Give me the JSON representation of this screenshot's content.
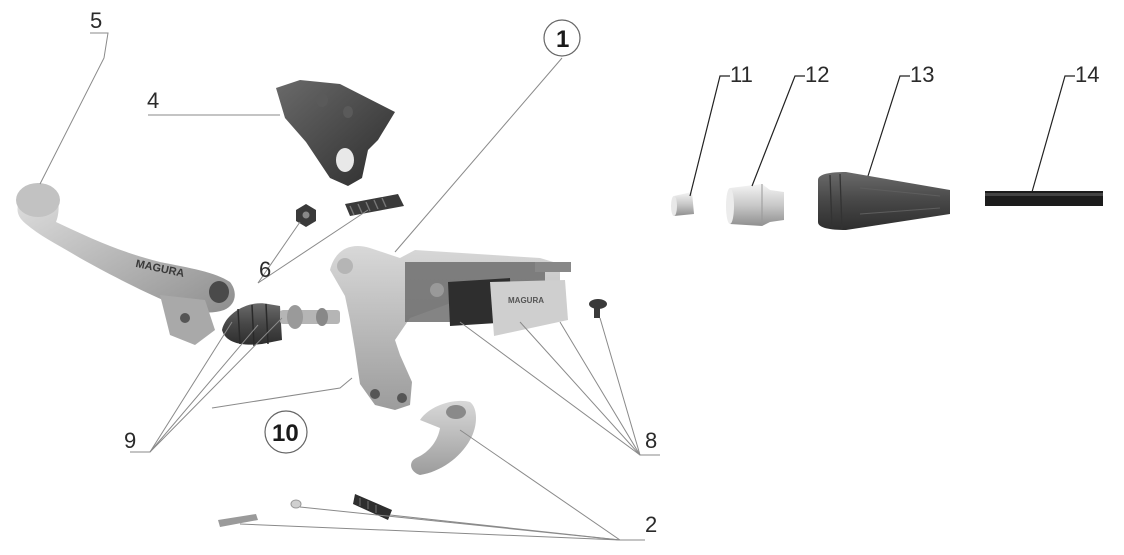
{
  "callouts": {
    "c1": "1",
    "c2": "2",
    "c4": "4",
    "c5": "5",
    "c6": "6",
    "c8": "8",
    "c9": "9",
    "c10": "10",
    "c11": "11",
    "c12": "12",
    "c13": "13",
    "c14": "14"
  },
  "brand_text": "MAGURA",
  "colors": {
    "part_light": "#c8c8c8",
    "part_mid": "#9a9a9a",
    "part_dark": "#3c3c3c",
    "boot": "#4a4a4a",
    "hose": "#1a1a1a"
  }
}
